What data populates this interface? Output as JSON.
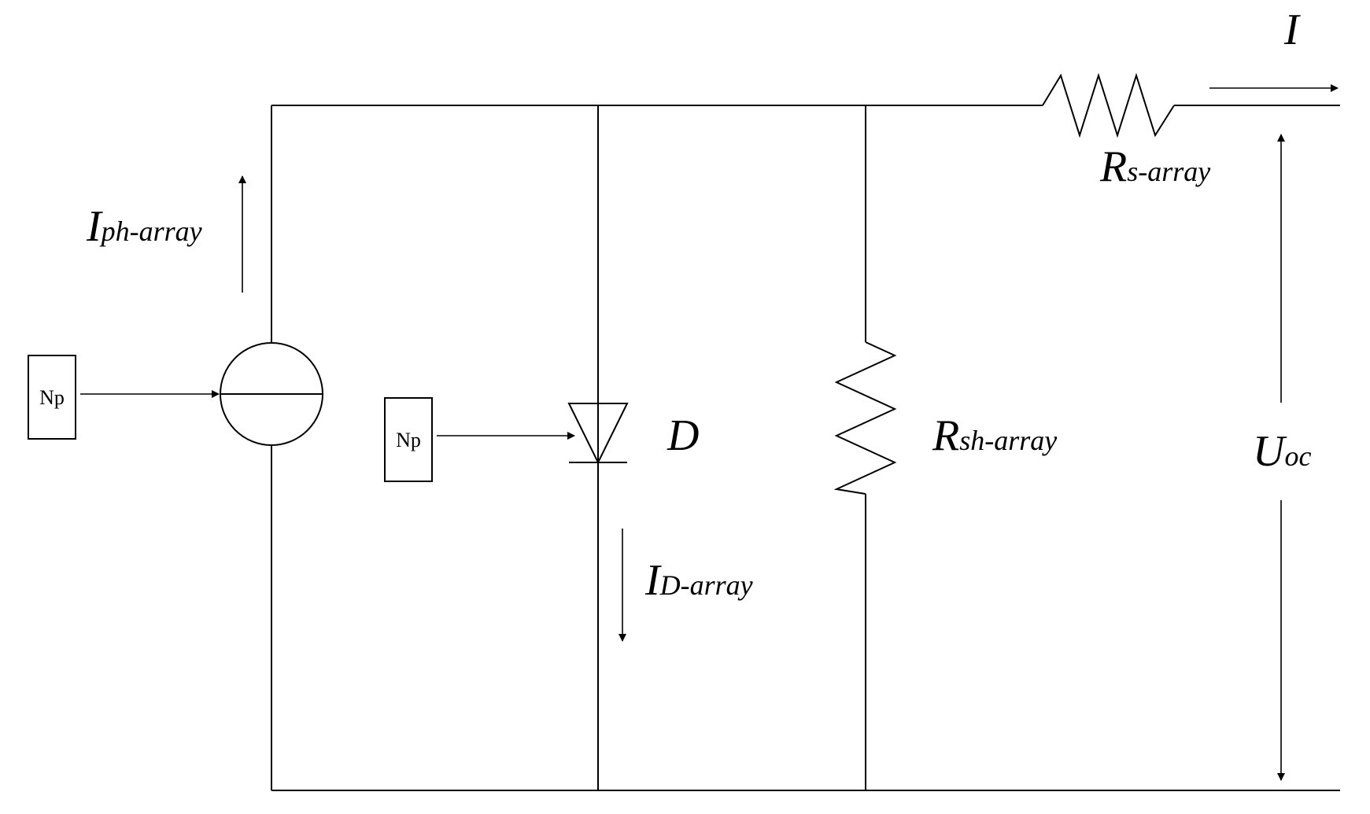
{
  "diagram": {
    "np_source_label": "Np",
    "np_diode_label": "Np",
    "iph": {
      "main": "I",
      "sub": "ph-array"
    },
    "diode": {
      "main": "D"
    },
    "id": {
      "main": "I",
      "sub": "D-array"
    },
    "rsh": {
      "main": "R",
      "sub": "sh-array"
    },
    "rs": {
      "main": "R",
      "sub": "s-array"
    },
    "i_out": {
      "main": "I"
    },
    "uoc": {
      "main": "U",
      "sub": "oc"
    }
  }
}
